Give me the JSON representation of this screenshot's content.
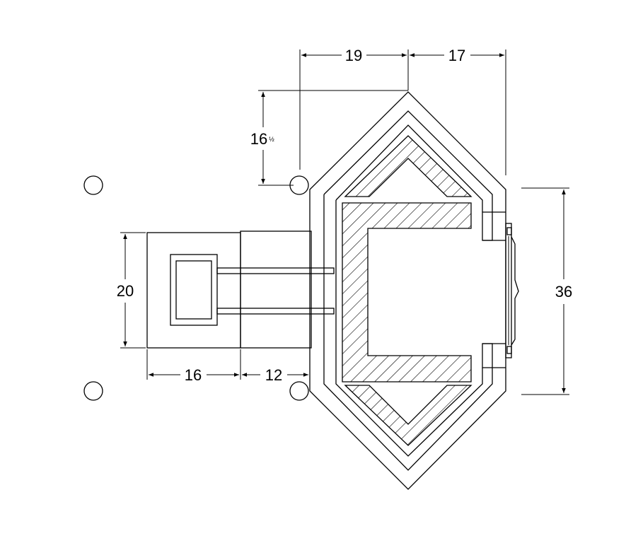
{
  "dimensions": {
    "top_left": "19",
    "top_right": "17",
    "left_height_whole": "16",
    "left_height_fraction": "½",
    "handle_height": "20",
    "right_height": "36",
    "bottom_left": "16",
    "bottom_right": "12"
  }
}
